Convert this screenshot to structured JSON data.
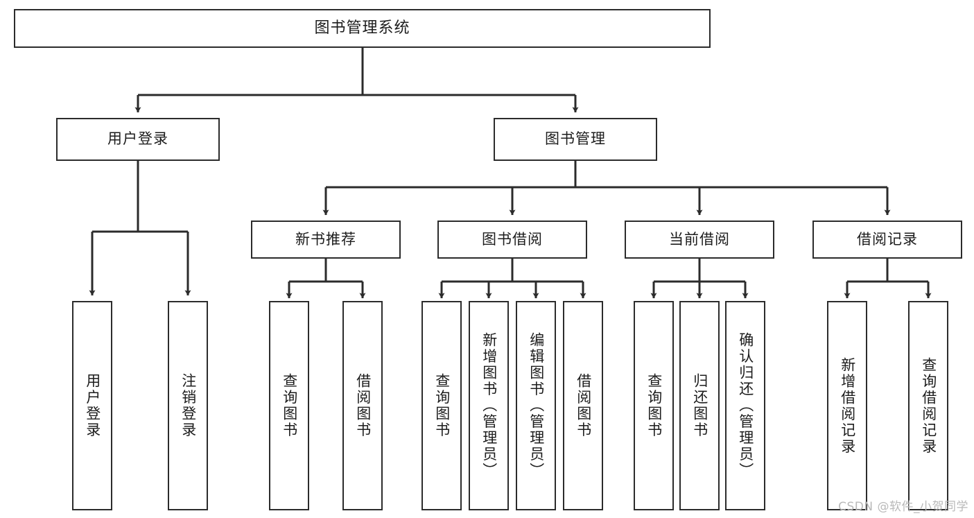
{
  "diagram": {
    "title": "图书管理系统",
    "type": "hierarchy-tree",
    "watermark": "CSDN @软件_小贺同学",
    "colors": {
      "border": "#2b2b2b",
      "background": "#ffffff",
      "text": "#1c1c1c",
      "edge": "#2b2b2b",
      "watermark": "#b9b9b9"
    },
    "nodes": {
      "root": {
        "label": "图书管理系统"
      },
      "level2": [
        {
          "id": "user-login",
          "label": "用户登录"
        },
        {
          "id": "book-management",
          "label": "图书管理"
        }
      ],
      "level3": [
        {
          "id": "new-book-recommend",
          "label": "新书推荐"
        },
        {
          "id": "book-borrow",
          "label": "图书借阅"
        },
        {
          "id": "current-borrow",
          "label": "当前借阅"
        },
        {
          "id": "borrow-record",
          "label": "借阅记录"
        }
      ],
      "leaves": {
        "user_login": [
          {
            "id": "leaf-user-login",
            "label": "用户登录"
          },
          {
            "id": "leaf-logout-login",
            "label": "注销登录"
          }
        ],
        "new_book_recommend": [
          {
            "id": "leaf-query-book-1",
            "label": "查询图书"
          },
          {
            "id": "leaf-borrow-book-1",
            "label": "借阅图书"
          }
        ],
        "book_borrow": [
          {
            "id": "leaf-query-book-2",
            "label": "查询图书"
          },
          {
            "id": "leaf-add-book",
            "label": "新增图书（管理员）"
          },
          {
            "id": "leaf-edit-book",
            "label": "编辑图书（管理员）"
          },
          {
            "id": "leaf-borrow-book-2",
            "label": "借阅图书"
          }
        ],
        "current_borrow": [
          {
            "id": "leaf-query-book-3",
            "label": "查询图书"
          },
          {
            "id": "leaf-return-book",
            "label": "归还图书"
          },
          {
            "id": "leaf-confirm-return",
            "label": "确认归还（管理员）"
          }
        ],
        "borrow_record": [
          {
            "id": "leaf-add-record",
            "label": "新增借阅记录"
          },
          {
            "id": "leaf-query-record",
            "label": "查询借阅记录"
          }
        ]
      }
    }
  }
}
